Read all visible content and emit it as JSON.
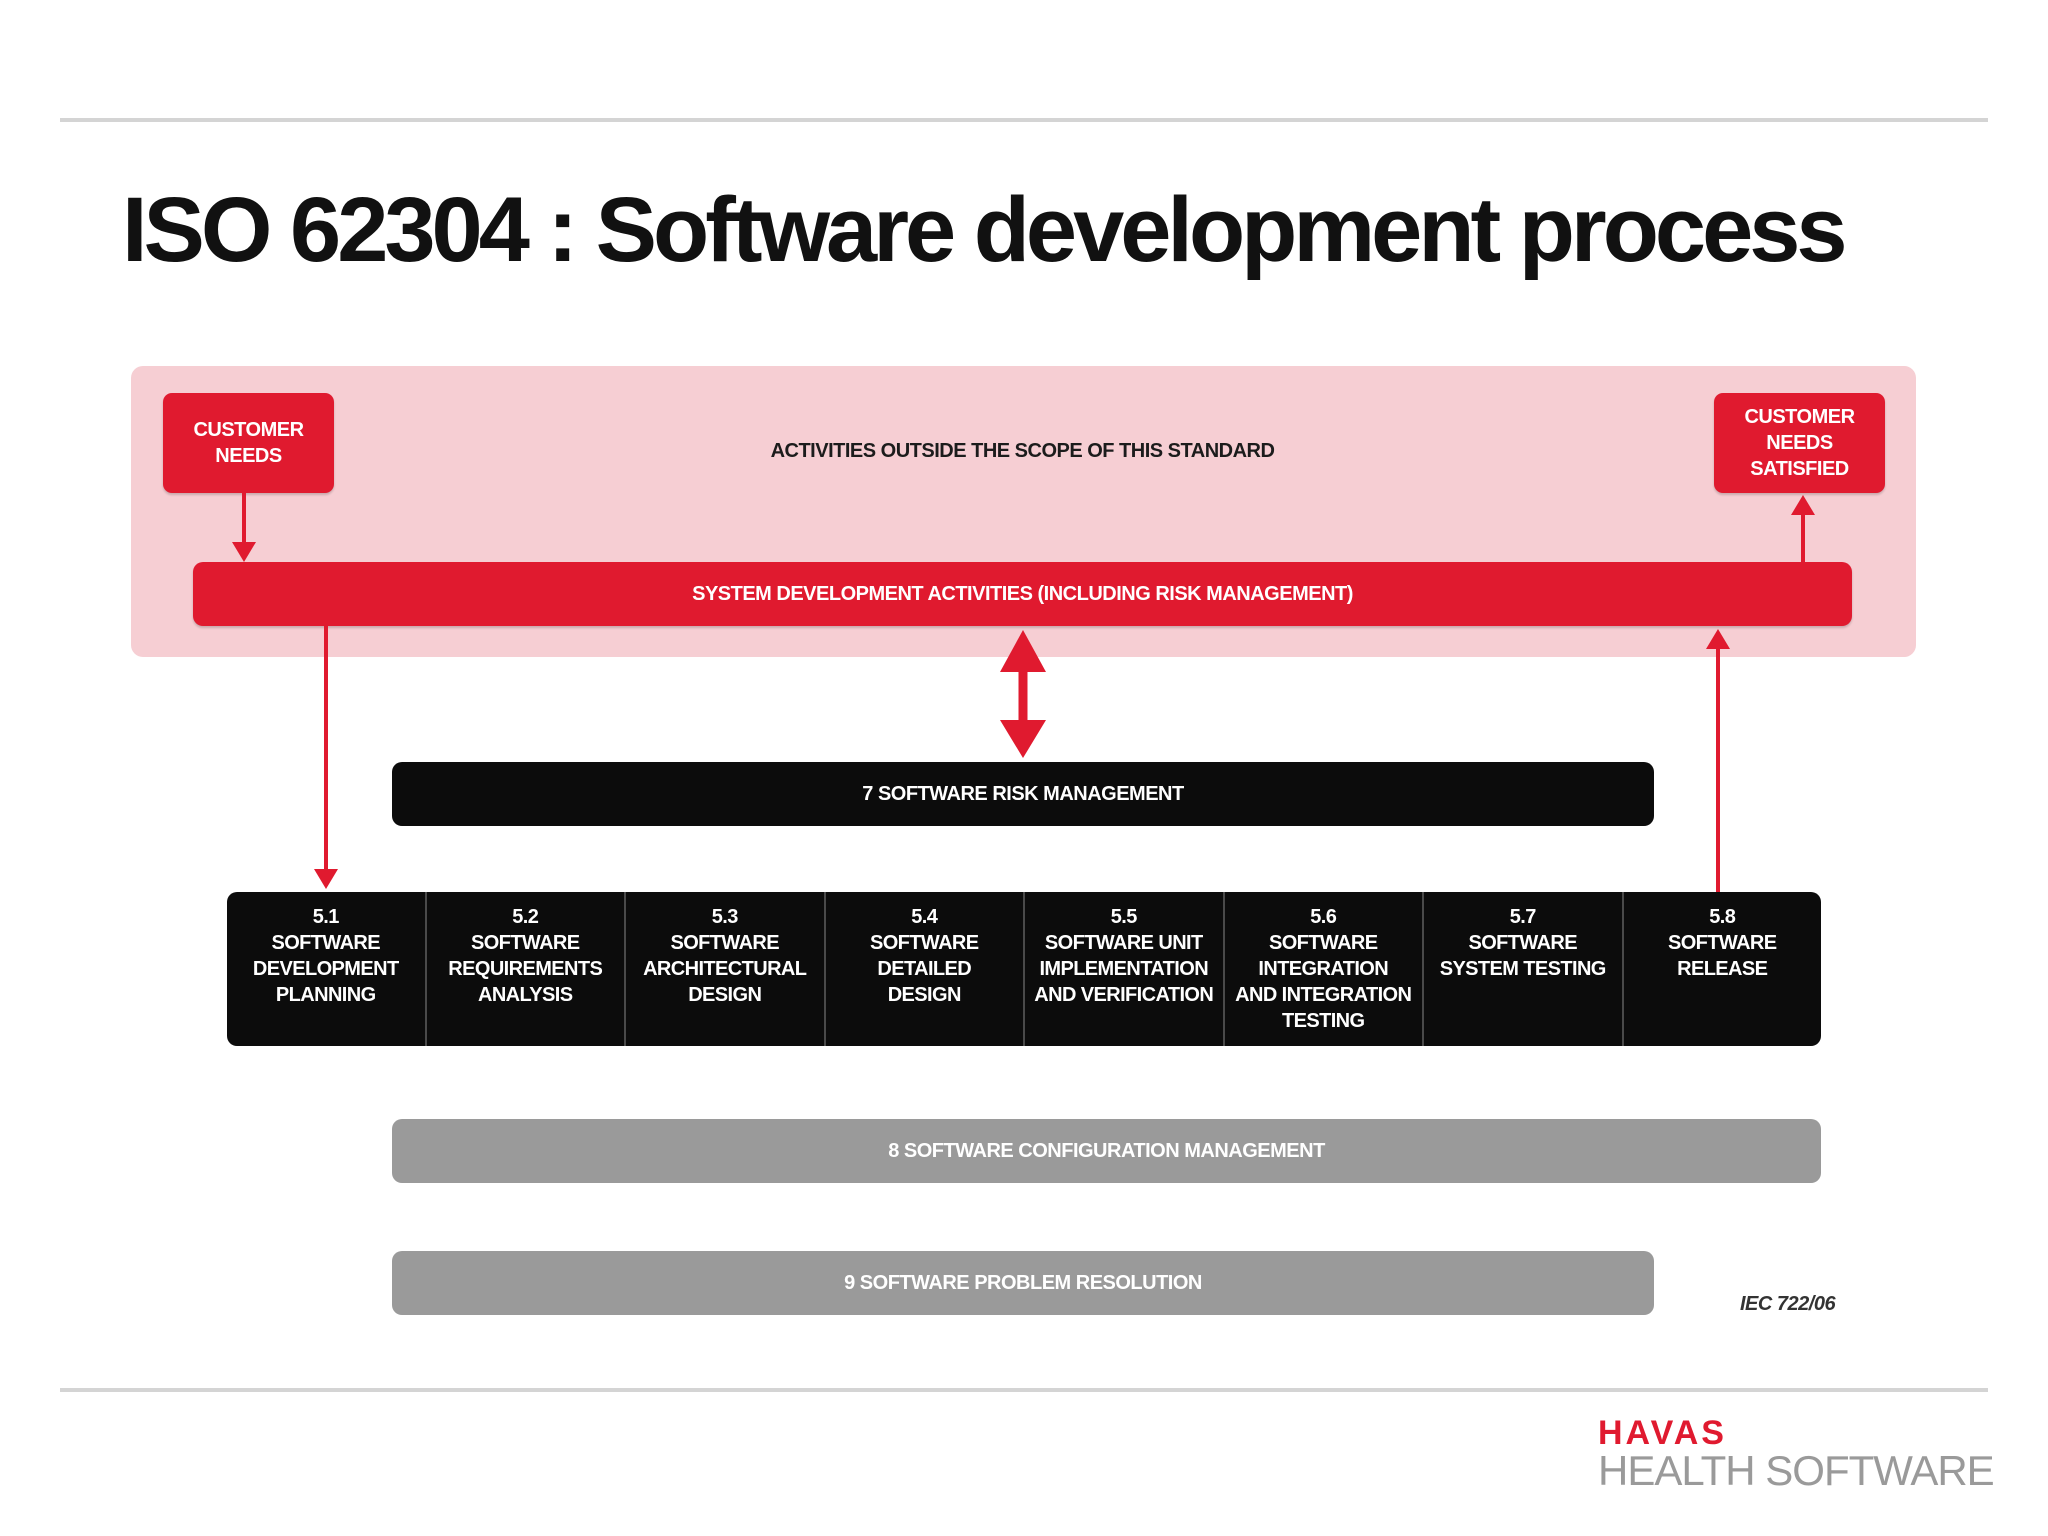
{
  "slide": {
    "title": "ISO 62304 : Software development process"
  },
  "diagram": {
    "scope_label": "ACTIVITIES OUTSIDE THE SCOPE OF THIS STANDARD",
    "customer_needs": "CUSTOMER\nNEEDS",
    "customer_needs_satisfied": "CUSTOMER\nNEEDS\nSATISFIED",
    "system_development": "SYSTEM DEVELOPMENT ACTIVITIES (INCLUDING RISK MANAGEMENT)",
    "risk_management": "7  SOFTWARE RISK MANAGEMENT",
    "processes": [
      {
        "number": "5.1",
        "name": "SOFTWARE\nDEVELOPMENT\nPLANNING"
      },
      {
        "number": "5.2",
        "name": "SOFTWARE\nREQUIREMENTS\nANALYSIS"
      },
      {
        "number": "5.3",
        "name": "SOFTWARE\nARCHITECTURAL\nDESIGN"
      },
      {
        "number": "5.4",
        "name": "SOFTWARE\nDETAILED\nDESIGN"
      },
      {
        "number": "5.5",
        "name": "SOFTWARE UNIT\nIMPLEMENTATION\nAND VERIFICATION"
      },
      {
        "number": "5.6",
        "name": "SOFTWARE\nINTEGRATION\nAND INTEGRATION\nTESTING"
      },
      {
        "number": "5.7",
        "name": "SOFTWARE\nSYSTEM TESTING"
      },
      {
        "number": "5.8",
        "name": "SOFTWARE\nRELEASE"
      }
    ],
    "configuration_management": "8  SOFTWARE CONFIGURATION MANAGEMENT",
    "problem_resolution": "9  SOFTWARE PROBLEM RESOLUTION",
    "figure_reference": "IEC 722/06"
  },
  "footer": {
    "logo_mark": "HAVAS",
    "logo_text": "HEALTH SOFTWARE"
  },
  "colors": {
    "accent_red": "#e01a2f",
    "scope_pink": "#f6ced3",
    "process_black": "#0c0c0c",
    "support_grey": "#9a9a9a"
  }
}
